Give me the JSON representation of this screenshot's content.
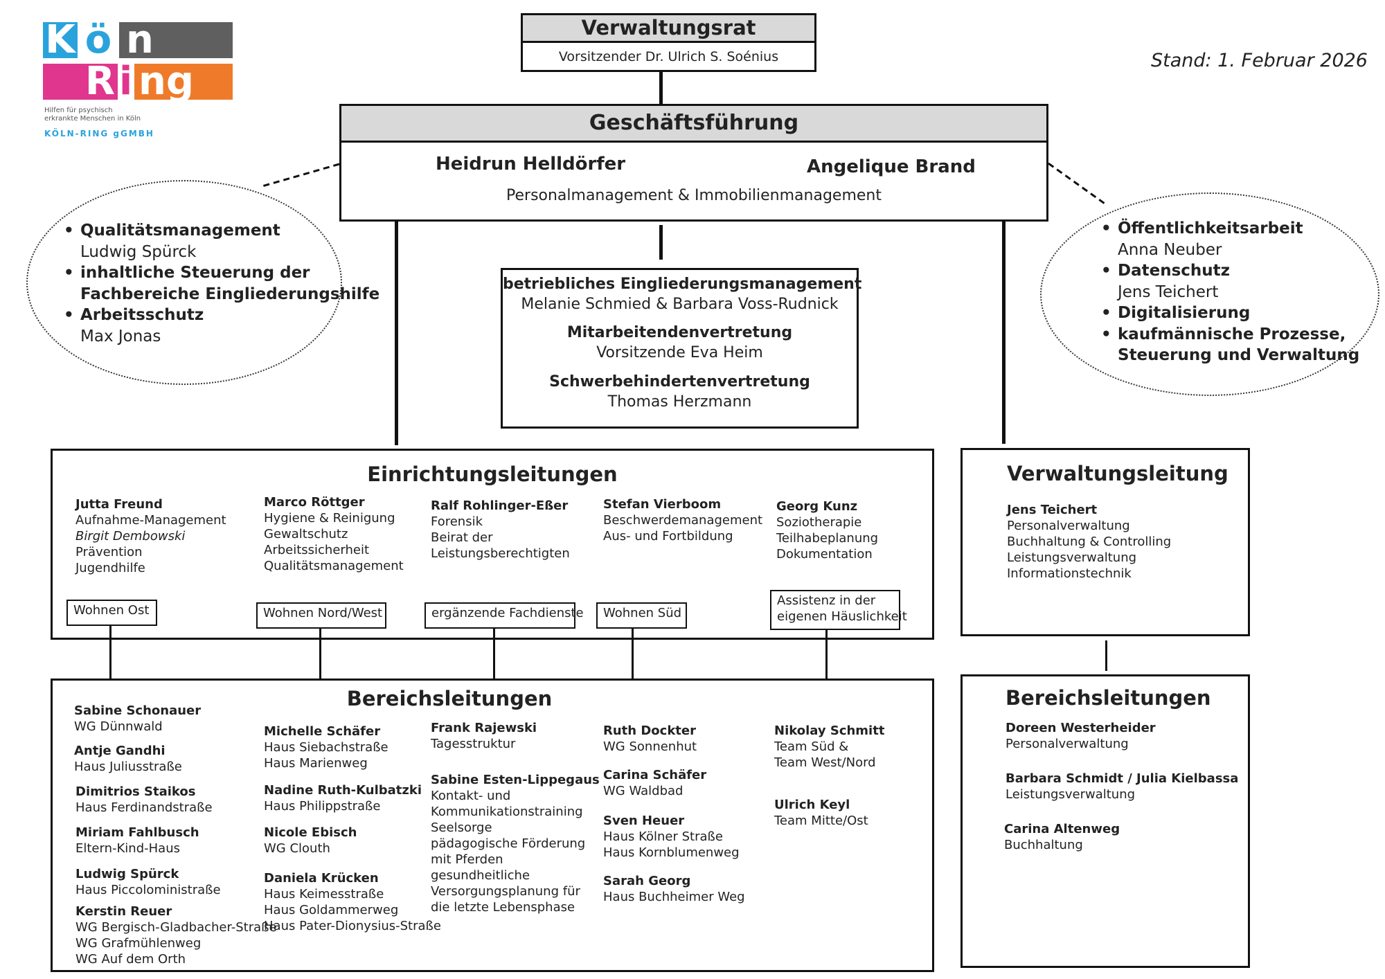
{
  "logo": {
    "row1": [
      "K",
      "ö",
      "n"
    ],
    "row2": [
      "R",
      "i",
      "ng"
    ],
    "tagline": [
      "Hilfen für psychisch",
      "erkrankte Menschen in Köln"
    ],
    "company": "KÖLN-RING gGMBH",
    "colors": {
      "blue": "#2aa3dc",
      "gray": "#5f5f5f",
      "pink": "#e0368d",
      "orange": "#ef7b2a"
    }
  },
  "stand": "Stand: 1. Februar 2026",
  "verwaltungsrat": {
    "title": "Verwaltungsrat",
    "chair": "Vorsitzender Dr. Ulrich S. Soénius"
  },
  "geschaeftsfuehrung": {
    "title": "Geschäftsführung",
    "person1": "Heidrun Helldörfer",
    "person2": "Angelique Brand",
    "area": "Personalmanagement & Immobilienmanagement"
  },
  "left_ellipse": {
    "items": [
      {
        "title": "Qualitätsmanagement",
        "person": "Ludwig Spürck"
      },
      {
        "title": "inhaltliche Steuerung der",
        "title2": "Fachbereiche Eingliederungshilfe"
      },
      {
        "title": "Arbeitsschutz",
        "person": "Max Jonas"
      }
    ]
  },
  "right_ellipse": {
    "items": [
      {
        "title": "Öffentlichkeitsarbeit",
        "person": "Anna Neuber"
      },
      {
        "title": "Datenschutz",
        "person": "Jens Teichert"
      },
      {
        "title": "Digitalisierung"
      },
      {
        "title": "kaufmännische Prozesse,",
        "title2": "Steuerung und Verwaltung"
      }
    ]
  },
  "center_box": {
    "bem_title": "betriebliches Eingliederungsmanagement",
    "bem_people": "Melanie Schmied & Barbara Voss-Rudnick",
    "mav_title": "Mitarbeitendenvertretung",
    "mav_people": "Vorsitzende Eva Heim",
    "sbv_title": "Schwerbehindertenvertretung",
    "sbv_people": "Thomas Herzmann"
  },
  "einrichtungsleitungen": {
    "title": "Einrichtungsleitungen",
    "col1": {
      "name": "Jutta Freund",
      "l1": "Aufnahme-Management",
      "l2": "Birgit Dembowski",
      "l3": "Prävention",
      "l4": "Jugendhilfe"
    },
    "col2": {
      "name": "Marco Röttger",
      "l1": "Hygiene & Reinigung",
      "l2": "Gewaltschutz",
      "l3": "Arbeitssicherheit",
      "l4": "Qualitätsmanagement"
    },
    "col3": {
      "name": "Ralf Rohlinger-Eßer",
      "l1": "Forensik",
      "l2": "Beirat der",
      "l3": "Leistungsberechtigten"
    },
    "col4": {
      "name": "Stefan Vierboom",
      "l1": "Beschwerdemanagement",
      "l2": "Aus- und Fortbildung"
    },
    "col5": {
      "name": "Georg Kunz",
      "l1": "Soziotherapie",
      "l2": "Teilhabeplanung",
      "l3": "Dokumentation"
    },
    "tags": {
      "t1": "Wohnen Ost",
      "t2": "Wohnen Nord/West",
      "t3": "ergänzende Fachdienste",
      "t4": "Wohnen Süd",
      "t5a": "Assistenz in der",
      "t5b": "eigenen Häuslichkeit"
    }
  },
  "verwaltungsleitung": {
    "title": "Verwaltungsleitung",
    "name": "Jens Teichert",
    "l1": "Personalverwaltung",
    "l2": "Buchhaltung & Controlling",
    "l3": "Leistungsverwaltung",
    "l4": "Informationstechnik"
  },
  "bereichsleitungen_left": {
    "title": "Bereichsleitungen",
    "c1": [
      {
        "name": "Sabine Schonauer",
        "lines": [
          "WG Dünnwald"
        ]
      },
      {
        "name": "Antje Gandhi",
        "lines": [
          "Haus Juliusstraße"
        ]
      },
      {
        "name": "Dimitrios Staikos",
        "lines": [
          "Haus Ferdinandstraße"
        ]
      },
      {
        "name": "Miriam Fahlbusch",
        "lines": [
          "Eltern-Kind-Haus"
        ]
      },
      {
        "name": "Ludwig Spürck",
        "lines": [
          "Haus Piccoloministraße"
        ]
      },
      {
        "name": "Kerstin Reuer",
        "lines": [
          "WG Bergisch-Gladbacher-Straße",
          "WG Grafmühlenweg",
          "WG Auf dem Orth"
        ]
      }
    ],
    "c2": [
      {
        "name": "Michelle Schäfer",
        "lines": [
          "Haus Siebachstraße",
          "Haus Marienweg"
        ]
      },
      {
        "name": "Nadine Ruth-Kulbatzki",
        "lines": [
          "Haus Philippstraße"
        ]
      },
      {
        "name": "Nicole Ebisch",
        "lines": [
          "WG Clouth"
        ]
      },
      {
        "name": "Daniela Krücken",
        "lines": [
          "Haus Keimesstraße",
          "Haus Goldammerweg",
          "Haus Pater-Dionysius-Straße"
        ]
      }
    ],
    "c3": [
      {
        "name": "Frank Rajewski",
        "lines": [
          "Tagesstruktur"
        ]
      },
      {
        "name": "Sabine Esten-Lippegaus",
        "lines": [
          "Kontakt- und",
          "Kommunikationstraining",
          "Seelsorge",
          "pädagogische Förderung",
          "mit Pferden",
          "gesundheitliche",
          "Versorgungsplanung für",
          "die letzte Lebensphase"
        ]
      }
    ],
    "c4": [
      {
        "name": "Ruth Dockter",
        "lines": [
          "WG Sonnenhut"
        ]
      },
      {
        "name": "Carina Schäfer",
        "lines": [
          "WG Waldbad"
        ]
      },
      {
        "name": "Sven Heuer",
        "lines": [
          "Haus Kölner Straße",
          "Haus Kornblumenweg"
        ]
      },
      {
        "name": "Sarah Georg",
        "lines": [
          "Haus Buchheimer Weg"
        ]
      }
    ],
    "c5": [
      {
        "name": "Nikolay Schmitt",
        "lines": [
          "Team Süd &",
          "Team West/Nord"
        ]
      },
      {
        "name": "Ulrich Keyl",
        "lines": [
          "Team Mitte/Ost"
        ]
      }
    ]
  },
  "bereichsleitungen_right": {
    "title": "Bereichsleitungen",
    "items": [
      {
        "name": "Doreen Westerheider",
        "lines": [
          "Personalverwaltung"
        ]
      },
      {
        "name": "Barbara Schmidt / Julia Kielbassa",
        "lines": [
          "Leistungsverwaltung"
        ]
      },
      {
        "name": "Carina Altenweg",
        "lines": [
          "Buchhaltung"
        ]
      }
    ]
  }
}
